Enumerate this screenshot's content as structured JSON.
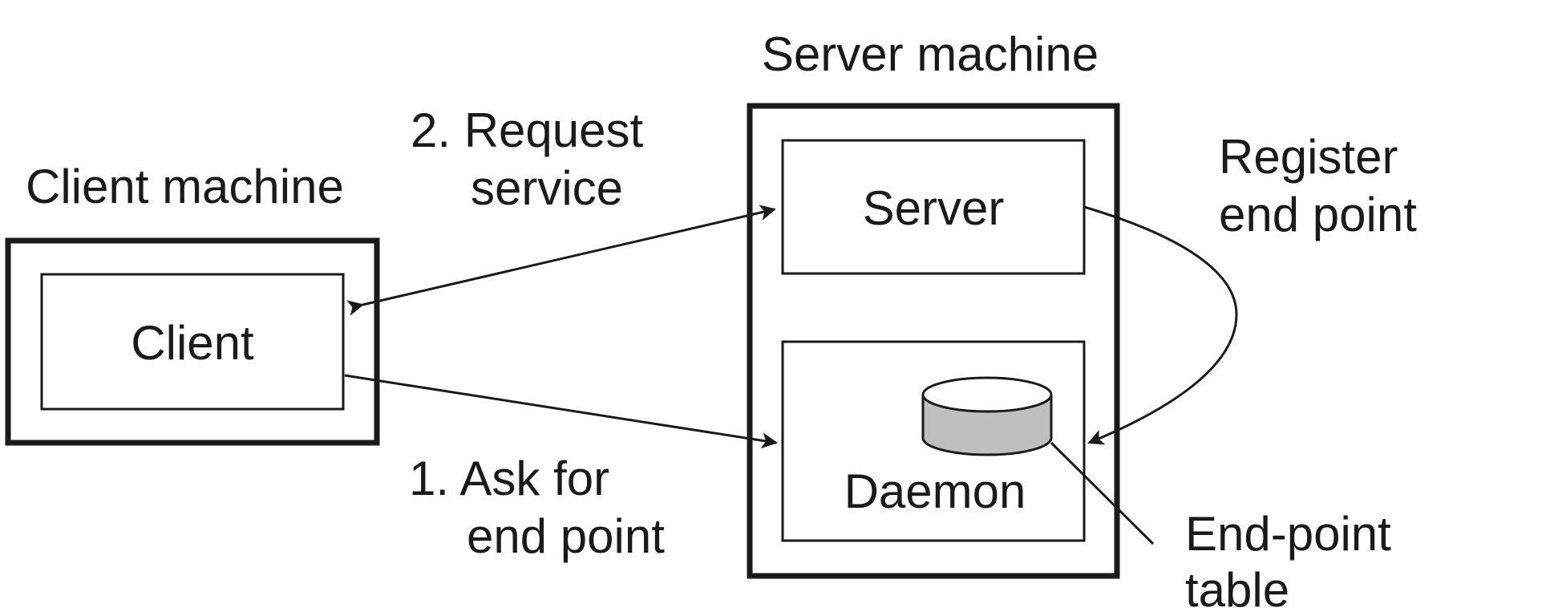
{
  "client": {
    "machine_label": "Client machine",
    "process_label": "Client"
  },
  "server": {
    "machine_label": "Server machine",
    "server_label": "Server",
    "daemon_label": "Daemon"
  },
  "arrows": {
    "request_service": [
      "2. Request",
      "service"
    ],
    "ask_end_point": [
      "1. Ask for",
      "end point"
    ],
    "register_end_point": [
      "Register",
      "end point"
    ]
  },
  "end_point_table": {
    "label": [
      "End-point",
      "table"
    ]
  },
  "colors": {
    "stroke": "#1a1a1a",
    "cylinder_fill": "#bfbfbf",
    "background": "#ffffff"
  }
}
